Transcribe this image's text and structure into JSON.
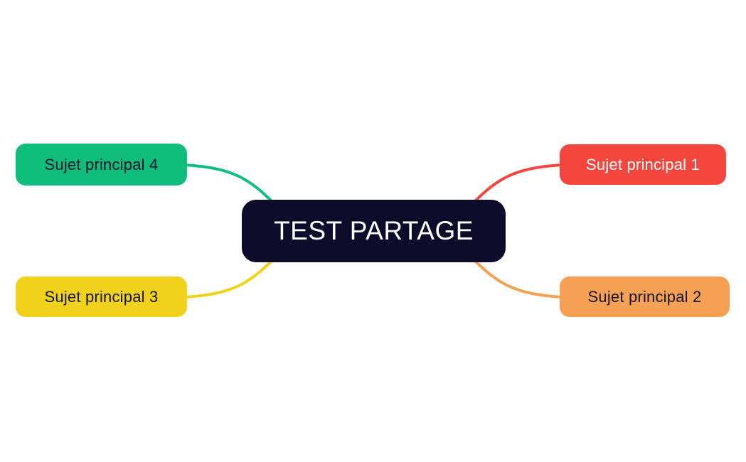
{
  "app": {
    "background": "#FFFFFF"
  },
  "mindmap": {
    "root": {
      "label": "TEST PARTAGE",
      "color": "#0D0D2B",
      "text_color": "#FFFFFF"
    },
    "branches": [
      {
        "label": "Sujet principal 1",
        "color": "#F4463D",
        "text_color": "#FFFFFF",
        "position": "right-top"
      },
      {
        "label": "Sujet principal 2",
        "color": "#F5A053",
        "text_color": "#15152B",
        "position": "right-bottom"
      },
      {
        "label": "Sujet principal 3",
        "color": "#F0D21D",
        "text_color": "#15152B",
        "position": "left-bottom"
      },
      {
        "label": "Sujet principal 4",
        "color": "#0FBE7D",
        "text_color": "#15152B",
        "position": "left-top"
      }
    ]
  }
}
